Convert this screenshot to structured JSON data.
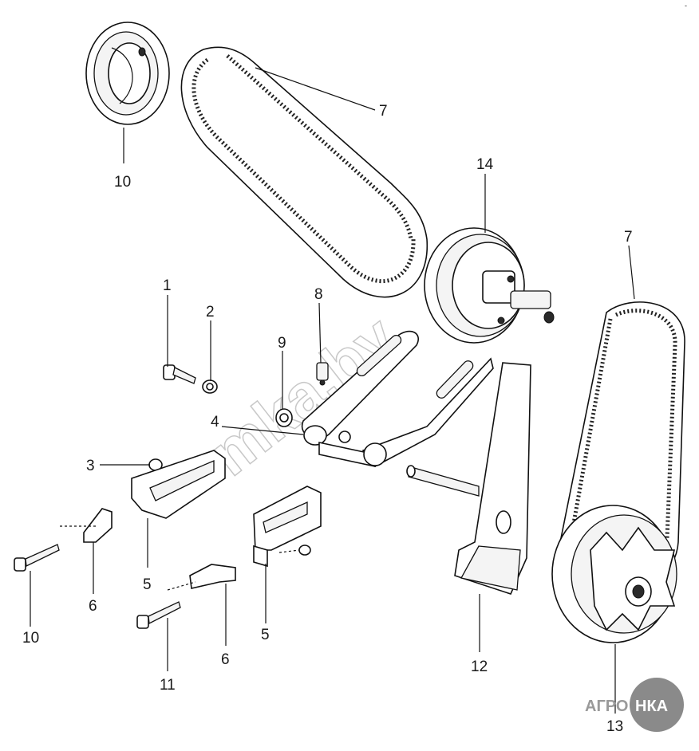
{
  "diagram": {
    "corner_mark": "-"
  },
  "callouts": [
    {
      "id": "p1",
      "text": "1"
    },
    {
      "id": "p2",
      "text": "2"
    },
    {
      "id": "p3",
      "text": "3"
    },
    {
      "id": "p4",
      "text": "4"
    },
    {
      "id": "p5a",
      "text": "5"
    },
    {
      "id": "p5b",
      "text": "5"
    },
    {
      "id": "p6a",
      "text": "6"
    },
    {
      "id": "p6b",
      "text": "6"
    },
    {
      "id": "p7a",
      "text": "7"
    },
    {
      "id": "p7b",
      "text": "7"
    },
    {
      "id": "p8",
      "text": "8"
    },
    {
      "id": "p9",
      "text": "9"
    },
    {
      "id": "p10a",
      "text": "10"
    },
    {
      "id": "p10b",
      "text": "10"
    },
    {
      "id": "p11",
      "text": "11"
    },
    {
      "id": "p12",
      "text": "12"
    },
    {
      "id": "p13",
      "text": "13"
    },
    {
      "id": "p14",
      "text": "14"
    }
  ],
  "watermark": {
    "text": "mka.by"
  },
  "logo": {
    "left_text": "АГРО",
    "right_text": "НКА",
    "badge_color": "#8a8a8a",
    "text_color": "#9a9a9a"
  }
}
